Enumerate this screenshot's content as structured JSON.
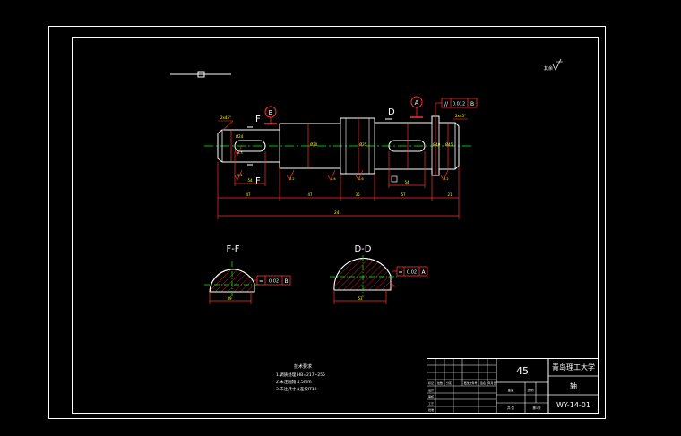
{
  "drawing": {
    "section_labels": {
      "F": "F",
      "D": "D",
      "A": "A",
      "B": "B"
    },
    "section_views": {
      "ff_title": "F-F",
      "dd_title": "D-D"
    },
    "feature_frames": {
      "top_right": {
        "symbol": "//",
        "value": "0.012",
        "datum": "B"
      },
      "ff": {
        "symbol": "=",
        "value": "0.02",
        "datum": "B"
      },
      "dd": {
        "symbol": "=",
        "value": "0.02",
        "datum": "A"
      }
    },
    "roughness_corner": "其余",
    "chamfer_left": "2x45°",
    "chamfer_right": "2x45°",
    "dimensions": {
      "seg1": "47",
      "seg2": "47",
      "seg3": "36",
      "seg4": "57",
      "seg5": "21",
      "overall": "241",
      "key1": "54",
      "key2": "54",
      "ff_width": "39",
      "dd_width": "53"
    },
    "diameters": {
      "d1": "Ø24",
      "d2": "Ø30",
      "d3": "Ø35",
      "d4": "Ø40",
      "d5": "Ø45"
    },
    "roughness_values": [
      "3.2",
      "3.2",
      "1.6",
      "1.6",
      "3.2",
      "6.3"
    ],
    "tech_requirements": {
      "title": "技术要求",
      "lines": [
        "1.调质处理 HB=217~255",
        "2.未注圆角 1.5mm",
        "3.未注尺寸公差按IT12"
      ]
    }
  },
  "title_block": {
    "material": "45",
    "school": "青岛理工大学",
    "part_name": "轴",
    "drawing_number": "WY-14-01",
    "scale_label": "比例",
    "sheet_label": "共 张",
    "sheet_no": "第1张",
    "weight_label": "重量",
    "mark_labels": [
      "标记",
      "处数",
      "分区",
      "更改文件号",
      "签名",
      "年月日"
    ],
    "role_labels": [
      "设计",
      "审核",
      "工艺",
      "批准"
    ]
  }
}
